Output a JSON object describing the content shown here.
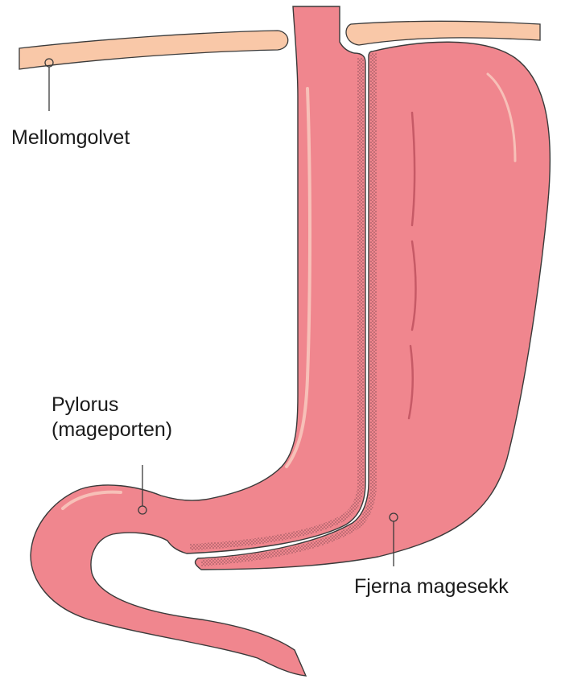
{
  "labels": {
    "diaphragm": "Mellomgolvet",
    "pylorus_line1": "Pylorus",
    "pylorus_line2": "(mageporten)",
    "removed_stomach": "Fjerna magesekk"
  },
  "colors": {
    "stomach_fill": "#f0868e",
    "stomach_outline": "#3a3a3a",
    "highlight": "#f7c0b8",
    "diaphragm_fill": "#f9c8a8",
    "staple_dots": "#8a5058",
    "background": "#ffffff"
  }
}
